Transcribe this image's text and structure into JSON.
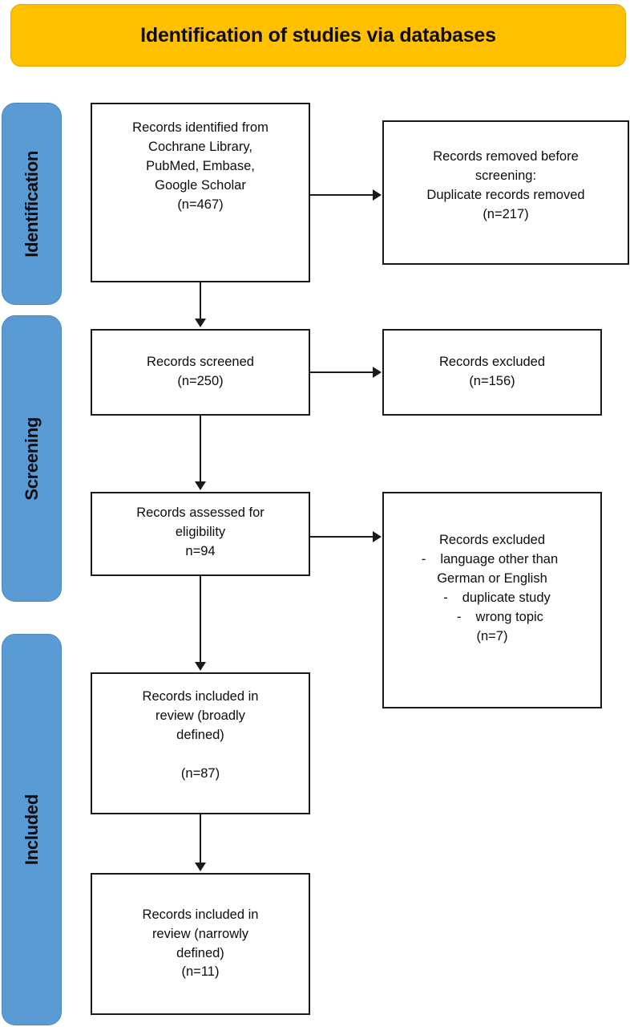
{
  "header": {
    "title": "Identification of studies via databases",
    "background_color": "#FFC000",
    "text_color": "#0d0d0d"
  },
  "stages": {
    "color": "#5B9BD5",
    "items": [
      {
        "id": "identification",
        "label": "Identification"
      },
      {
        "id": "screening",
        "label": "Screening"
      },
      {
        "id": "included",
        "label": "Included"
      }
    ]
  },
  "boxes": {
    "identified": {
      "text": "Records identified from\nCochrane Library,\nPubMed, Embase,\nGoogle Scholar\n(n=467)",
      "count": 467
    },
    "removed": {
      "text": "Records removed before\nscreening:\nDuplicate records removed\n(n=217)",
      "count": 217
    },
    "screened": {
      "text": "Records screened\n(n=250)",
      "count": 250
    },
    "excluded_screening": {
      "text": "Records excluded\n(n=156)",
      "count": 156
    },
    "eligibility": {
      "text": "Records assessed for\neligibility\nn=94",
      "count": 94
    },
    "excluded_eligibility": {
      "heading": "Records excluded",
      "reasons": [
        {
          "dash": "-",
          "text": "language other than"
        },
        {
          "dash": "",
          "text": "German or English"
        },
        {
          "dash": "-",
          "text": "duplicate study"
        },
        {
          "dash": "-",
          "text": "wrong topic"
        }
      ],
      "count_text": "(n=7)",
      "count": 7
    },
    "included_broad": {
      "text": "Records included in\nreview (broadly\ndefined)\n\n(n=87)",
      "count": 87
    },
    "included_narrow": {
      "text": "Records included in\nreview (narrowly\ndefined)\n(n=11)",
      "count": 11
    }
  }
}
